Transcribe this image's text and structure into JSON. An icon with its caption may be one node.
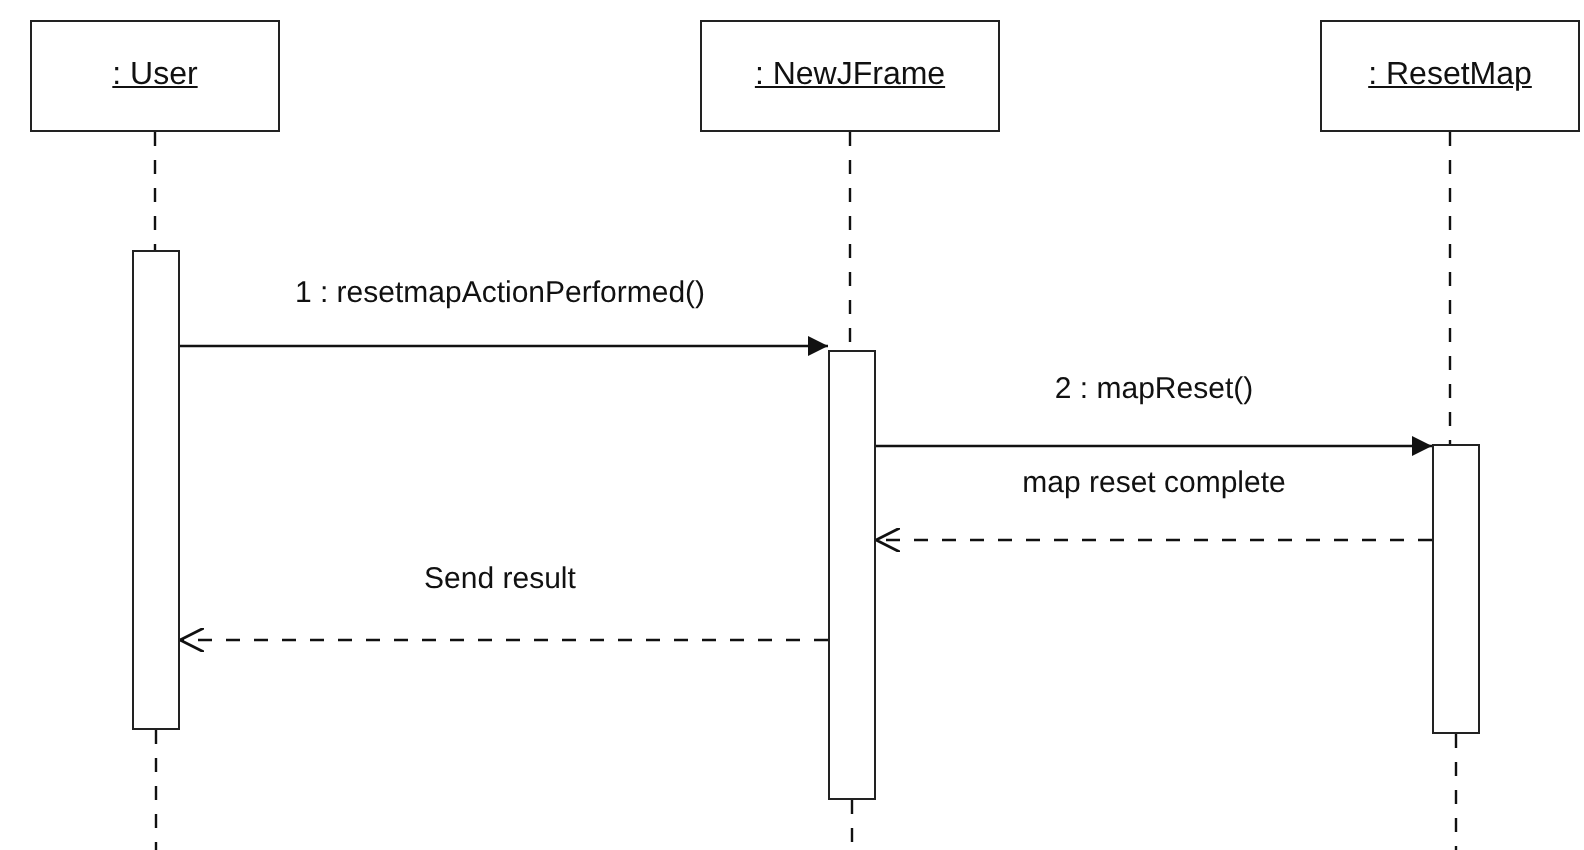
{
  "diagram": {
    "nodes": [
      {
        "text": [
          ": User"
        ]
      },
      {
        "text": [
          ": NewJFrame"
        ]
      },
      {
        "text": [
          ": ResetMap"
        ]
      },
      {
        "text": [],
        "shape": "bar"
      },
      {
        "text": [],
        "shape": "bar"
      },
      {
        "text": [],
        "shape": "bar"
      }
    ],
    "edges": [
      {
        "from": 0,
        "to": 3,
        "arrow": "none",
        "style": "dashed"
      },
      {
        "from": 1,
        "to": 4,
        "arrow": "none",
        "style": "dashed"
      },
      {
        "from": 2,
        "to": 5,
        "arrow": "none",
        "style": "dashed"
      },
      {
        "from": 3,
        "to": null,
        "arrow": "none",
        "style": "dashed"
      },
      {
        "from": 4,
        "to": null,
        "arrow": "none",
        "style": "dashed"
      },
      {
        "from": 5,
        "to": null,
        "arrow": "none",
        "style": "dashed"
      },
      {
        "from": 3,
        "to": 4,
        "arrow": "to",
        "label": "1 : resetmapActionPerformed()"
      },
      {
        "from": 4,
        "to": 5,
        "arrow": "to",
        "label": "2 : mapReset()"
      },
      {
        "from": 5,
        "to": 4,
        "arrow": "to",
        "label": "map reset complete",
        "style": "dashed"
      },
      {
        "from": 4,
        "to": 3,
        "arrow": "to",
        "label": "Send result",
        "style": "dashed"
      }
    ]
  }
}
